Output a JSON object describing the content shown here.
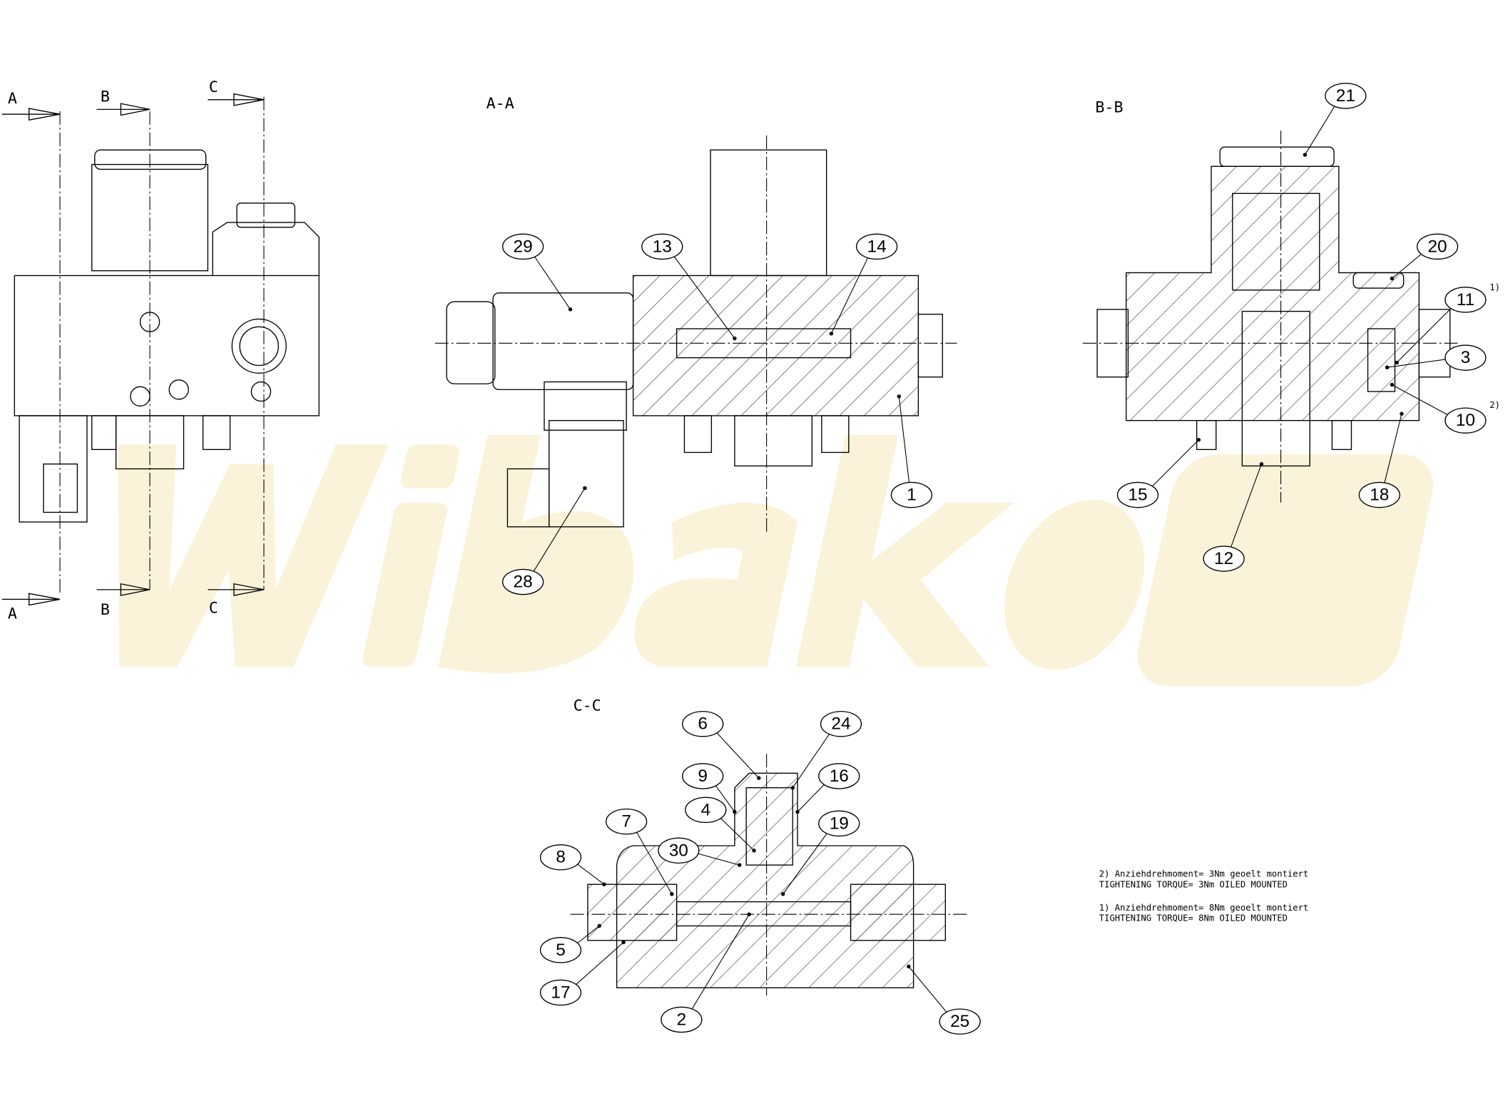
{
  "watermark": "Wibako",
  "section_markers": {
    "a": "A",
    "b": "B",
    "c": "C"
  },
  "views": {
    "aa": "A-A",
    "bb": "B-B",
    "cc": "C-C"
  },
  "balloons": [
    "29",
    "13",
    "14",
    "1",
    "28",
    "21",
    "20",
    "11",
    "3",
    "10",
    "15",
    "12",
    "18",
    "6",
    "24",
    "9",
    "16",
    "4",
    "30",
    "7",
    "19",
    "8",
    "5",
    "17",
    "2",
    "25"
  ],
  "superscripts": {
    "s11": "1)",
    "s10": "2)"
  },
  "notes": [
    "2) Anziehdrehmoment= 3Nm geoelt montiert",
    "TIGHTENING TORQUE= 3Nm OILED MOUNTED",
    "1) Anziehdrehmoment= 8Nm geoelt montiert",
    "TIGHTENING TORQUE= 8Nm OILED MOUNTED"
  ]
}
